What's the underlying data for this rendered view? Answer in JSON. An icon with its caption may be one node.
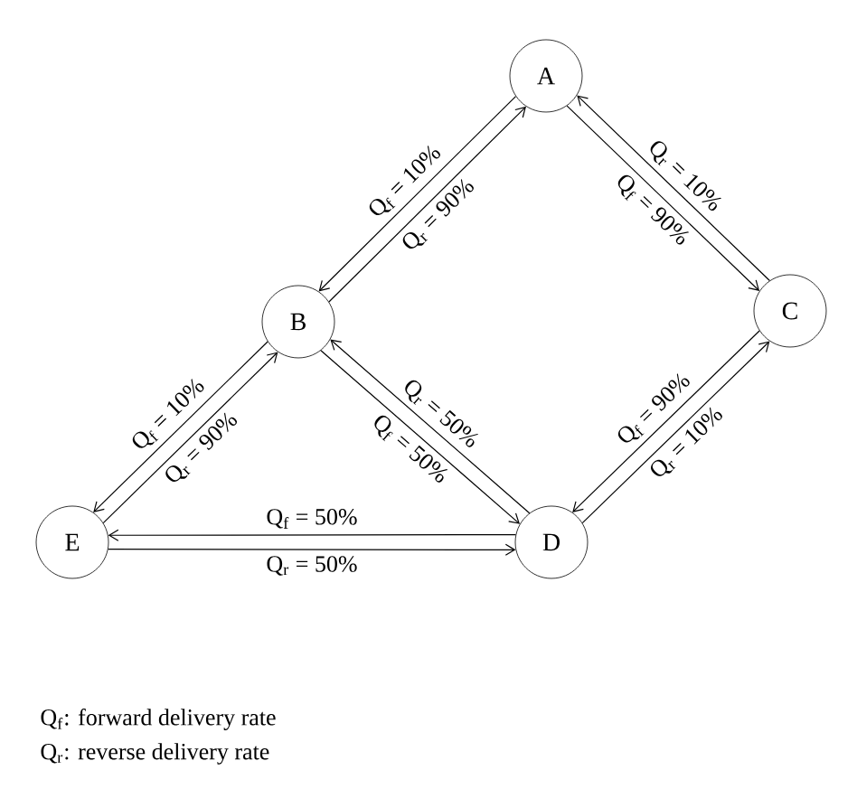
{
  "diagram": {
    "nodes": [
      {
        "text": [
          "A"
        ]
      },
      {
        "text": [
          "B"
        ]
      },
      {
        "text": [
          "C"
        ]
      },
      {
        "text": [
          "D"
        ]
      },
      {
        "text": [
          "E"
        ]
      }
    ],
    "edges": [
      {
        "from": 0,
        "to": 1,
        "arrow": "to",
        "label": "Q$_{f}$ = 10%"
      },
      {
        "from": 1,
        "to": 0,
        "arrow": "to",
        "label": "Q$_{r}$ = 90%"
      },
      {
        "from": 2,
        "to": 0,
        "arrow": "to",
        "label": "Q$_{r}$ = 10%"
      },
      {
        "from": 0,
        "to": 2,
        "arrow": "to",
        "label": "Q$_{f}$ = 90%"
      },
      {
        "from": 1,
        "to": 4,
        "arrow": "to",
        "label": "Q$_{f}$ = 10%"
      },
      {
        "from": 4,
        "to": 1,
        "arrow": "to",
        "label": "Q$_{r}$ = 90%"
      },
      {
        "from": 1,
        "to": 3,
        "arrow": "to",
        "label": "Q$_{f}$ = 50%"
      },
      {
        "from": 3,
        "to": 1,
        "arrow": "to",
        "label": "Q$_{r}$ = 50%"
      },
      {
        "from": 2,
        "to": 3,
        "arrow": "to",
        "label": "Q$_{f}$ = 90%"
      },
      {
        "from": 3,
        "to": 2,
        "arrow": "to",
        "label": "Q$_{r}$ = 10%"
      },
      {
        "from": 3,
        "to": 4,
        "arrow": "to",
        "label": "Q$_{f}$ = 50%"
      },
      {
        "from": 4,
        "to": 3,
        "arrow": "to",
        "label": "Q$_{r}$ = 50%"
      }
    ],
    "labels": [
      "Q$_{f}$: forward delivery rate",
      "Q$_{r}$: reverse delivery rate"
    ]
  }
}
